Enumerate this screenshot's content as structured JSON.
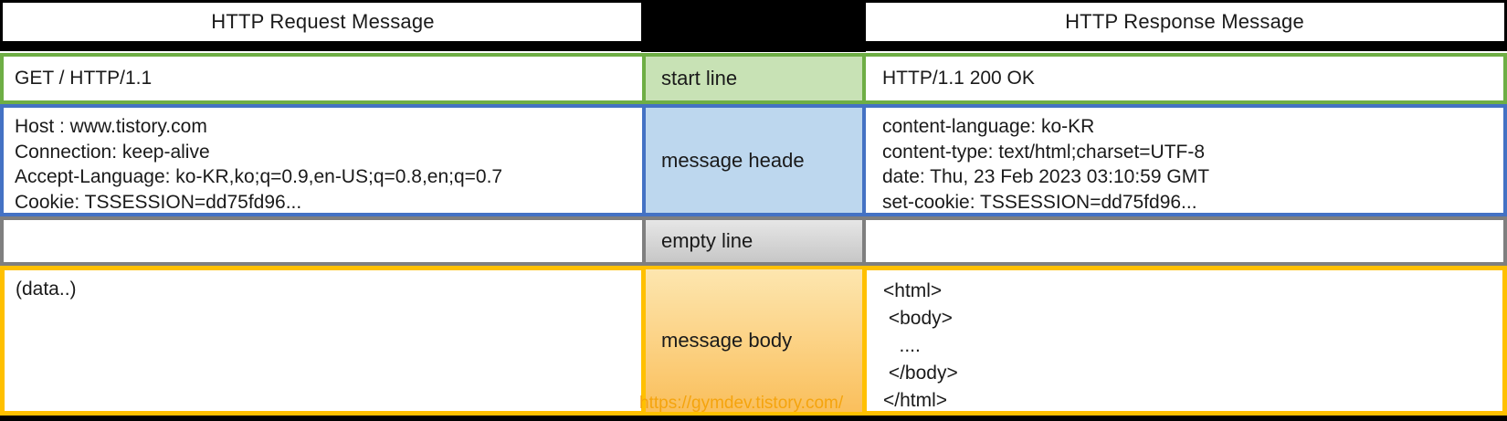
{
  "titles": {
    "request": "HTTP Request Message",
    "response": "HTTP Response Message"
  },
  "row_labels": {
    "start_line": "start line",
    "message_header": "message heade",
    "empty_line": "empty line",
    "message_body": "message body"
  },
  "request": {
    "start_line": "GET / HTTP/1.1",
    "headers": [
      "Host : www.tistory.com",
      "Connection: keep-alive",
      "Accept-Language: ko-KR,ko;q=0.9,en-US;q=0.8,en;q=0.7",
      "Cookie: TSSESSION=dd75fd96..."
    ],
    "body": "(data..)"
  },
  "response": {
    "start_line": "HTTP/1.1 200 OK",
    "headers": [
      "content-language: ko-KR",
      "content-type: text/html;charset=UTF-8",
      "date: Thu, 23 Feb 2023 03:10:59 GMT",
      "set-cookie: TSSESSION=dd75fd96..."
    ],
    "body_lines": [
      "<html>",
      " <body>",
      "   ....",
      " </body>",
      "</html>"
    ]
  },
  "watermark": "https://gymdev.tistory.com/",
  "colors": {
    "green_border": "#6eae45",
    "green_fill": "#c8e2b5",
    "blue_border": "#4472c4",
    "blue_fill": "#bdd7ee",
    "gray_border": "#7f7f7f",
    "gray_fill_top": "#e6e6e6",
    "gray_fill_bottom": "#c7c7c7",
    "gold_border": "#ffc000",
    "gold_fill_top": "#fde6af",
    "gold_fill_bottom": "#fabf5c",
    "divider": "#000000",
    "watermark_text": "#f4a208"
  }
}
